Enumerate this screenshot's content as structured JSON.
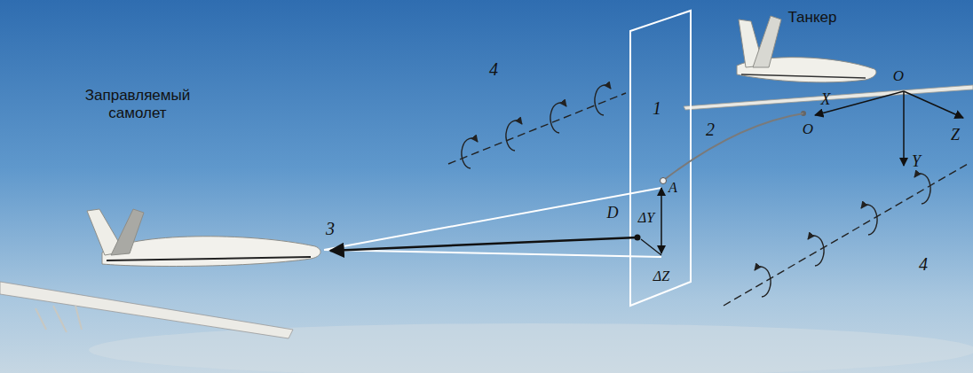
{
  "diagram": {
    "labels": [
      "Танкер",
      "4",
      "2",
      "1",
      "O",
      "D",
      "A",
      "ΔY",
      "4",
      "Заправляемый самолет",
      "3",
      "ΔZ",
      "O",
      "X",
      "Z",
      "Y"
    ]
  }
}
